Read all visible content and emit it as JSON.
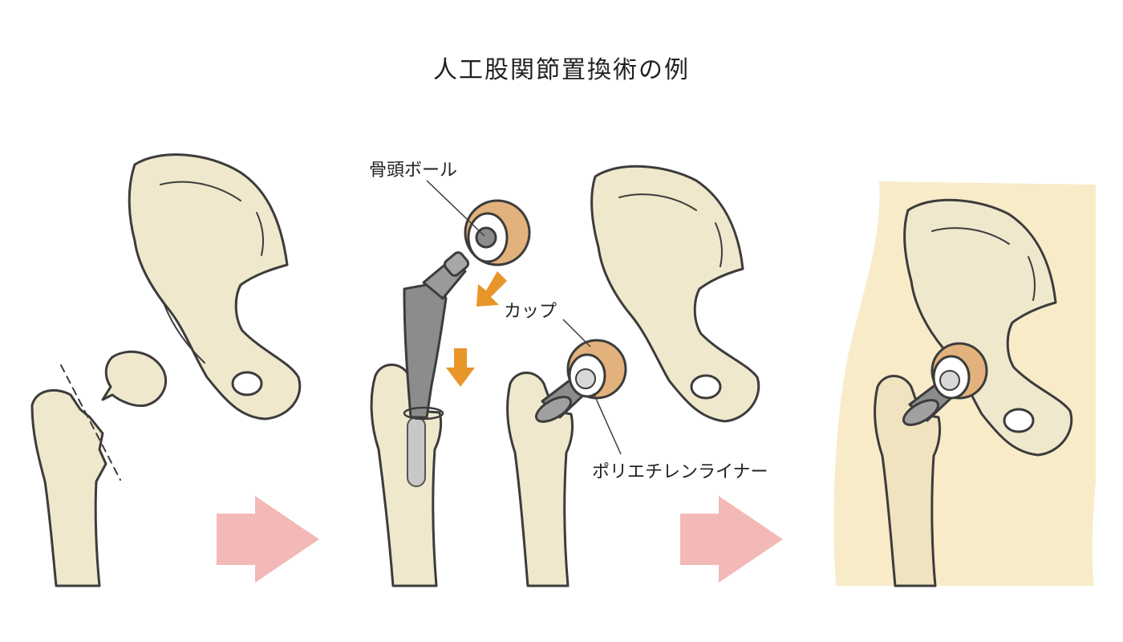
{
  "title": "人工股関節置換術の例",
  "labels": {
    "head_ball": "骨頭ボール",
    "cup": "カップ",
    "liner": "ポリエチレンライナー"
  },
  "colors": {
    "bone": "#f0e8cc",
    "bone_outline": "#3c3c3c",
    "implant_gray": "#8c8c8c",
    "cup_orange": "#e3b27c",
    "arrow_orange": "#e8952a",
    "step_arrow_pink": "#f2b9b6",
    "body_background": "#f8ebc8"
  }
}
